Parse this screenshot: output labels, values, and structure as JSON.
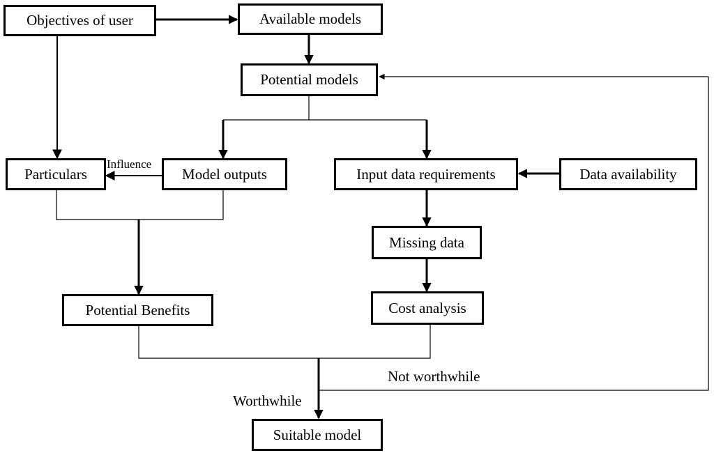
{
  "nodes": {
    "objectives": "Objectives of user",
    "available": "Available models",
    "potential": "Potential models",
    "particulars": "Particulars",
    "outputs": "Model outputs",
    "input_req": "Input data requirements",
    "data_avail": "Data availability",
    "missing": "Missing data",
    "benefits": "Potential Benefits",
    "cost": "Cost analysis",
    "suitable": "Suitable model"
  },
  "edge_labels": {
    "influence": "Influence",
    "not_worthwhile": "Not worthwhile",
    "worthwhile": "Worthwhile"
  }
}
